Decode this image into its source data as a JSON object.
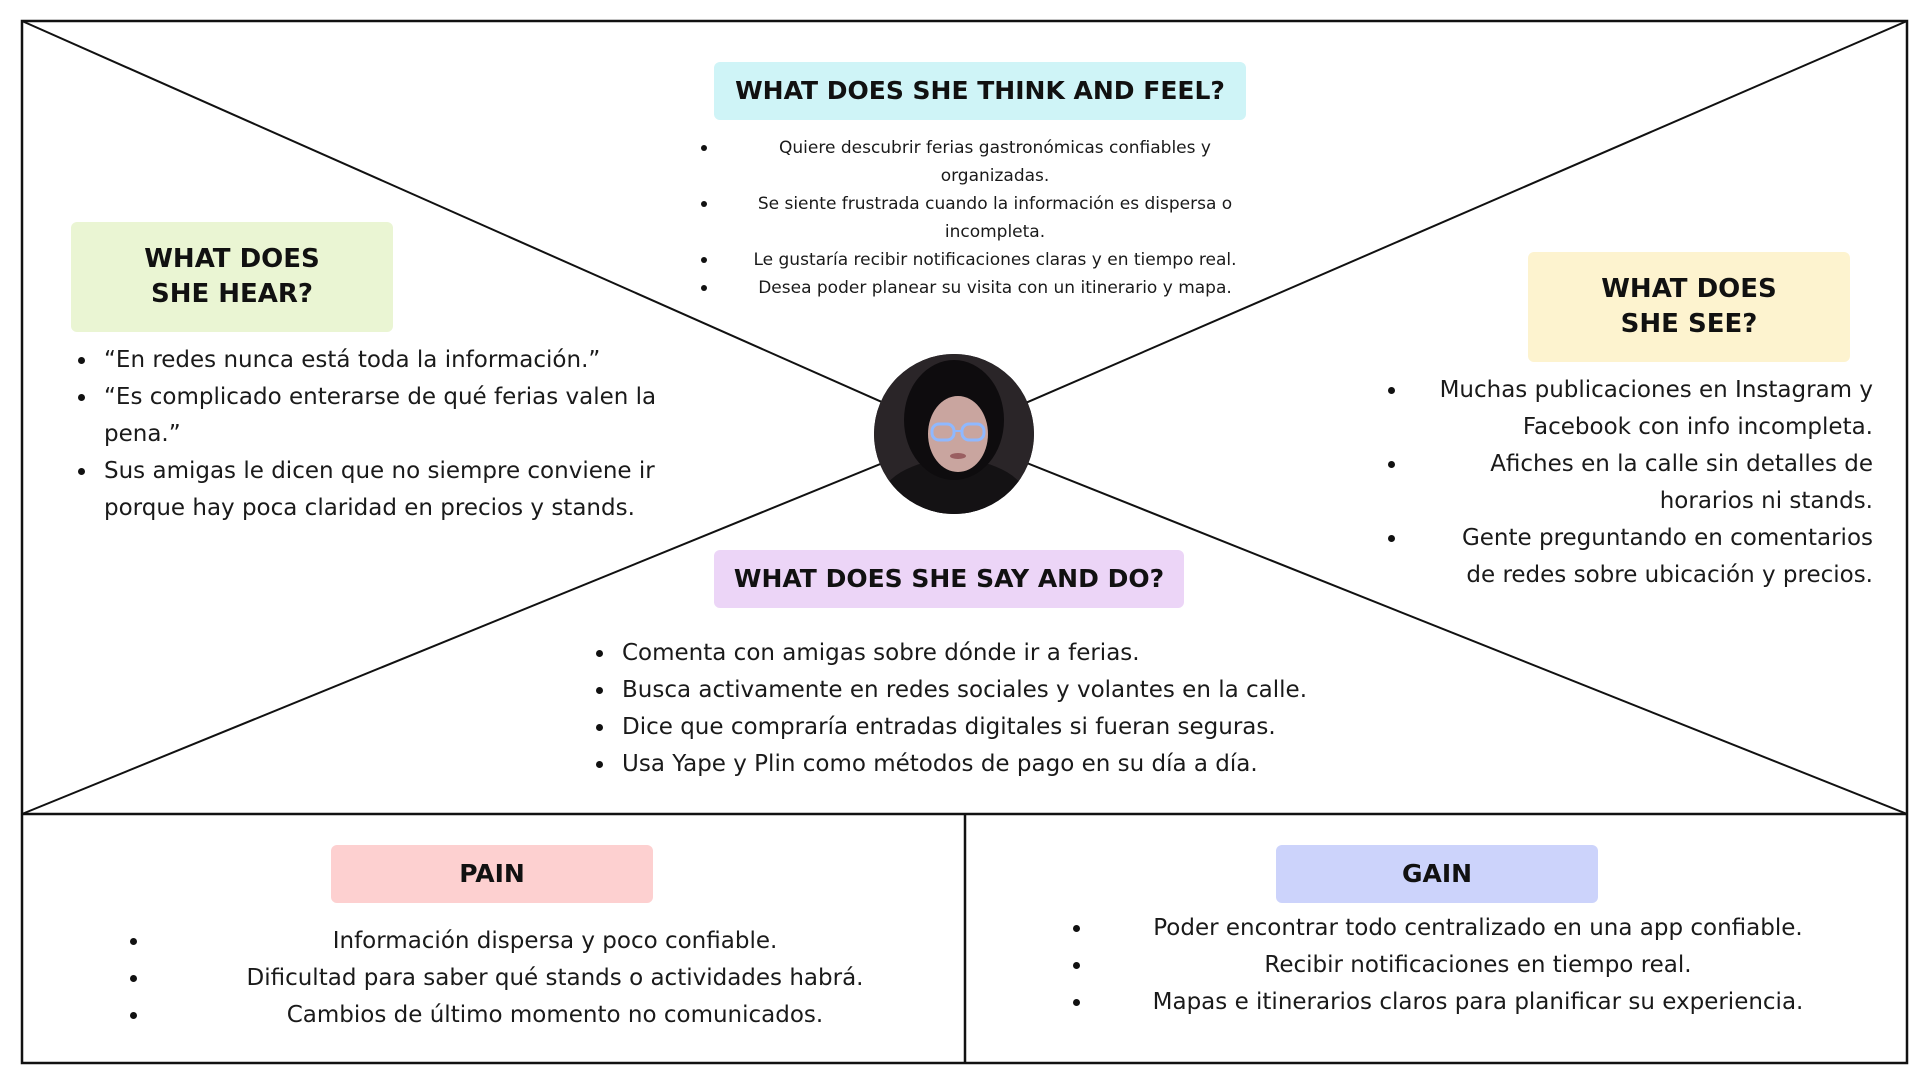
{
  "colors": {
    "think": "#cff4f7",
    "hear": "#eaf5d3",
    "see": "#fdf3cf",
    "say": "#ecd5f7",
    "pain": "#fdd0d0",
    "gain": "#ccd3fb",
    "lines": "#111111"
  },
  "think": {
    "title": "WHAT DOES SHE THINK AND FEEL?",
    "items": [
      "Quiere descubrir ferias gastronómicas confiables y organizadas.",
      "Se siente frustrada cuando la información es dispersa o incompleta.",
      "Le gustaría recibir notificaciones claras y en tiempo real.",
      "Desea poder planear su visita con un itinerario y mapa."
    ]
  },
  "hear": {
    "title": "WHAT DOES SHE HEAR?",
    "items": [
      "“En redes nunca está toda la información.”",
      "“Es complicado enterarse de qué ferias valen la pena.”",
      "Sus amigas le dicen que no siempre conviene ir porque hay poca claridad en precios y stands."
    ]
  },
  "see": {
    "title": "WHAT DOES SHE SEE?",
    "items": [
      "Muchas publicaciones en Instagram y Facebook con info incompleta.",
      "Afiches en la calle sin detalles de horarios ni stands.",
      "Gente preguntando en comentarios de redes sobre ubicación y precios."
    ]
  },
  "say": {
    "title": "WHAT DOES SHE SAY AND DO?",
    "items": [
      "Comenta con amigas sobre dónde ir a ferias.",
      "Busca activamente en redes sociales y volantes en la calle.",
      "Dice que compraría entradas digitales si fueran seguras.",
      "Usa Yape y Plin como métodos de pago en su día a día."
    ]
  },
  "pain": {
    "title": "PAIN",
    "items": [
      "Información dispersa y poco confiable.",
      "Dificultad para saber qué stands o actividades habrá.",
      "Cambios de último momento no comunicados."
    ]
  },
  "gain": {
    "title": "GAIN",
    "items": [
      "Poder encontrar todo centralizado en una app confiable.",
      "Recibir notificaciones en tiempo real.",
      "Mapas e itinerarios claros para planificar su experiencia."
    ]
  }
}
